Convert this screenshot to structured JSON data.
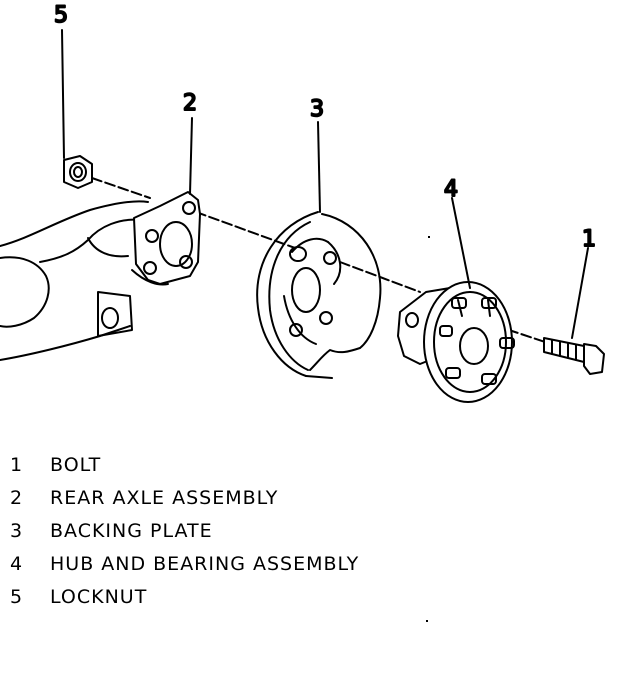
{
  "callouts": [
    "5",
    "2",
    "3",
    "4",
    "1"
  ],
  "legend": [
    {
      "number": "1",
      "label": "BOLT"
    },
    {
      "number": "2",
      "label": "REAR AXLE ASSEMBLY"
    },
    {
      "number": "3",
      "label": "BACKING PLATE"
    },
    {
      "number": "4",
      "label": "HUB AND BEARING ASSEMBLY"
    },
    {
      "number": "5",
      "label": "LOCKNUT"
    }
  ]
}
